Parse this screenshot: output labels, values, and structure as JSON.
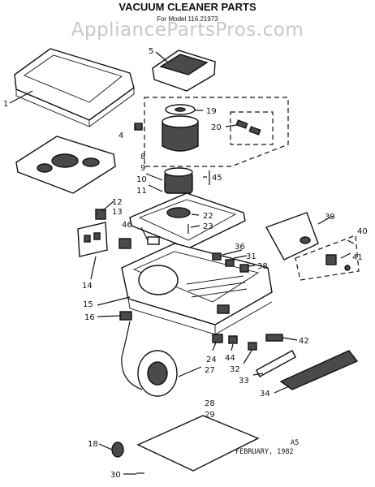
{
  "title": "VACUUM CLEANER PARTS",
  "subtitle": "For Model 116.21973",
  "watermark": "AppliancePartsPros.com",
  "footer": {
    "code": "A5",
    "date": "FEBRUARY, 1982"
  },
  "callouts": {
    "c1": "1",
    "c4": "4",
    "c5": "5",
    "c8": "8",
    "c9": "9",
    "c10": "10",
    "c11": "11",
    "c12": "12",
    "c13": "13",
    "c14": "14",
    "c15": "15",
    "c16": "16",
    "c18": "18",
    "c19": "19",
    "c20": "20",
    "c22": "22",
    "c23": "23",
    "c24": "24",
    "c27": "27",
    "c28": "28",
    "c29": "29",
    "c30": "30",
    "c31": "31",
    "c32": "32",
    "c33": "33",
    "c34": "34",
    "c36": "36",
    "c38": "38",
    "c39": "39",
    "c40": "40",
    "c41": "41",
    "c42": "42",
    "c44": "44",
    "c45": "45",
    "c46": "46"
  }
}
